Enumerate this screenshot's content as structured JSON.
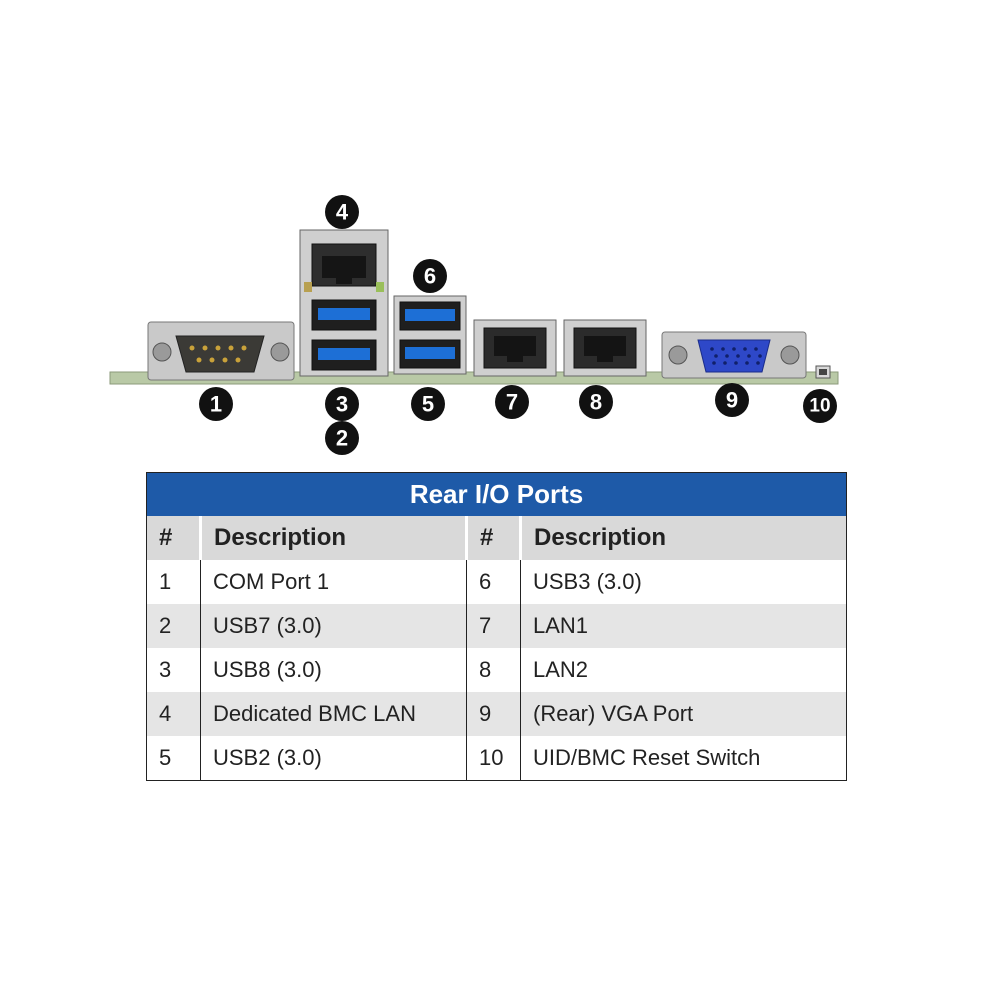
{
  "diagram": {
    "callouts": [
      "1",
      "2",
      "3",
      "4",
      "5",
      "6",
      "7",
      "8",
      "9",
      "10"
    ]
  },
  "table": {
    "title": "Rear I/O Ports",
    "headers": [
      "#",
      "Description",
      "#",
      "Description"
    ],
    "rows": [
      {
        "n1": "1",
        "d1": "COM Port 1",
        "n2": "6",
        "d2": "USB3 (3.0)"
      },
      {
        "n1": "2",
        "d1": "USB7 (3.0)",
        "n2": "7",
        "d2": "LAN1"
      },
      {
        "n1": "3",
        "d1": "USB8 (3.0)",
        "n2": "8",
        "d2": "LAN2"
      },
      {
        "n1": "4",
        "d1": "Dedicated BMC LAN",
        "n2": "9",
        "d2": "(Rear) VGA Port"
      },
      {
        "n1": "5",
        "d1": "USB2 (3.0)",
        "n2": "10",
        "d2": "UID/BMC Reset Switch"
      }
    ]
  }
}
